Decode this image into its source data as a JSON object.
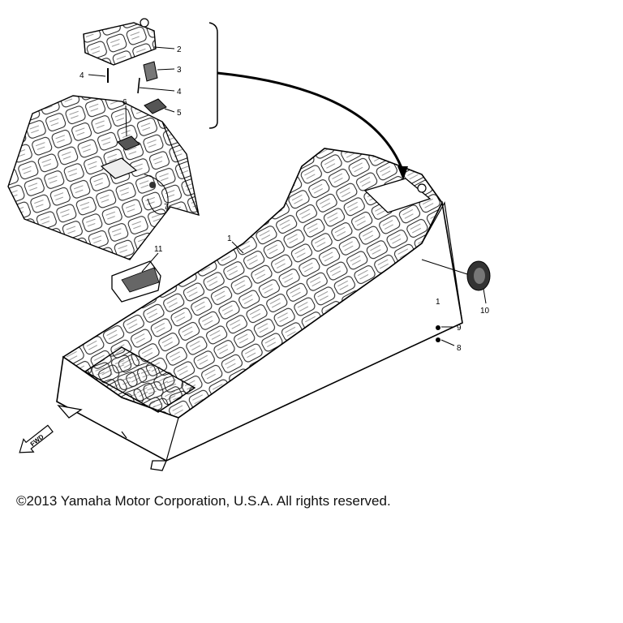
{
  "diagram": {
    "callouts": {
      "c1": "1",
      "c1b": "1",
      "c2": "2",
      "c3": "3",
      "c4a": "4",
      "c4b": "4",
      "c5": "5",
      "c6": "6",
      "c7": "7",
      "c8": "8",
      "c9": "9",
      "c10": "10",
      "c11": "11"
    },
    "fwd_badge": "FWD"
  },
  "footer": {
    "copyright": "©2013 Yamaha Motor Corporation, U.S.A. All rights reserved."
  }
}
